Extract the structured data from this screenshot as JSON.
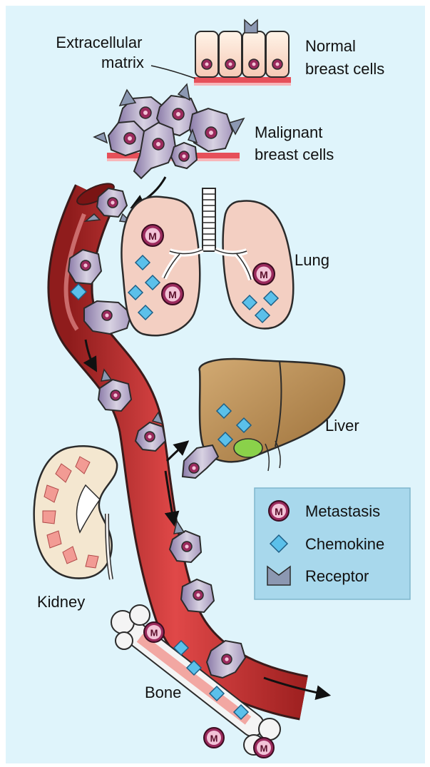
{
  "labels": {
    "extracellular_matrix_line1": "Extracellular",
    "extracellular_matrix_line2": "matrix",
    "normal_cells_line1": "Normal",
    "normal_cells_line2": "breast cells",
    "malignant_cells_line1": "Malignant",
    "malignant_cells_line2": "breast cells",
    "lung": "Lung",
    "liver": "Liver",
    "kidney": "Kidney",
    "bone": "Bone"
  },
  "legend": {
    "items": [
      {
        "symbol": "M",
        "label": "Metastasis"
      },
      {
        "symbol": "",
        "label": "Chemokine"
      },
      {
        "symbol": "",
        "label": "Receptor"
      }
    ]
  },
  "metastasis_symbol": "M",
  "colors": {
    "background": "#dff4fb",
    "vessel": "#cf3a3a",
    "cell": "#c9c1d6",
    "nucleus": "#8e1f52",
    "chemokine": "#5bc0ea",
    "lung": "#f3cfc2",
    "liver": "#b98d56",
    "kidney": "#f4e7d0",
    "bone": "#f4f4f4"
  }
}
